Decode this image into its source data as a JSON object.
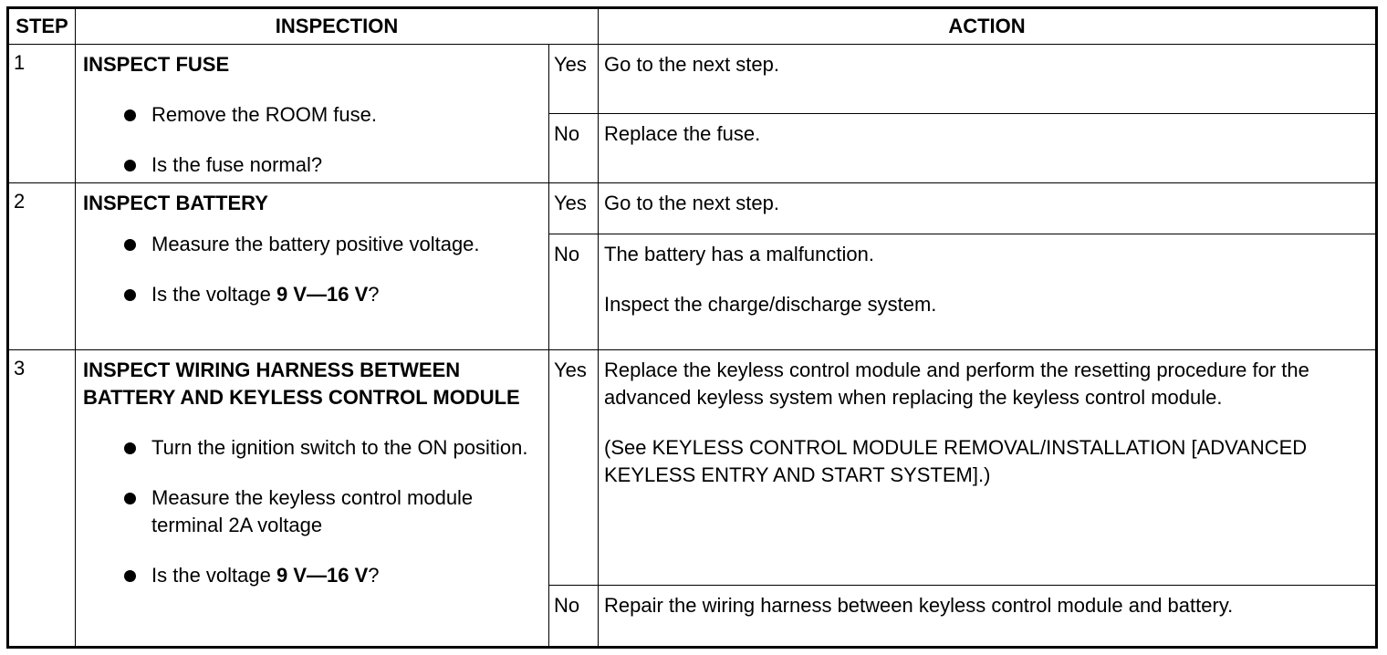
{
  "header": {
    "step": "STEP",
    "inspection": "INSPECTION",
    "action": "ACTION"
  },
  "steps": [
    {
      "num": "1",
      "title": "INSPECT FUSE",
      "bullets": [
        {
          "text": "Remove the ROOM fuse."
        },
        {
          "text": "Is the fuse normal?"
        }
      ],
      "yes": {
        "label": "Yes",
        "text": [
          "Go to the next step."
        ]
      },
      "no": {
        "label": "No",
        "text": [
          "Replace the fuse."
        ]
      }
    },
    {
      "num": "2",
      "title": "INSPECT BATTERY",
      "bullets": [
        {
          "text": "Measure the battery positive voltage."
        },
        {
          "text": "Is the voltage ",
          "bold": "9 V—16 V",
          "after": "?"
        }
      ],
      "yes": {
        "label": "Yes",
        "text": [
          "Go to the next step."
        ]
      },
      "no": {
        "label": "No",
        "text": [
          "The battery has a malfunction.",
          "Inspect the charge/discharge system."
        ]
      }
    },
    {
      "num": "3",
      "title": "INSPECT WIRING HARNESS BETWEEN BATTERY AND KEYLESS CONTROL MODULE",
      "bullets": [
        {
          "text": "Turn the ignition switch to the ON position."
        },
        {
          "text": "Measure the keyless control module terminal 2A voltage"
        },
        {
          "text": "Is the voltage ",
          "bold": "9 V—16 V",
          "after": "?"
        }
      ],
      "yes": {
        "label": "Yes",
        "text": [
          "Replace the keyless control module and perform the resetting procedure for the advanced keyless system when replacing the keyless control module.",
          "(See KEYLESS CONTROL MODULE REMOVAL/INSTALLATION [ADVANCED KEYLESS ENTRY AND START SYSTEM].)"
        ]
      },
      "no": {
        "label": "No",
        "text": [
          "Repair the wiring harness between keyless control module and battery."
        ]
      }
    }
  ]
}
